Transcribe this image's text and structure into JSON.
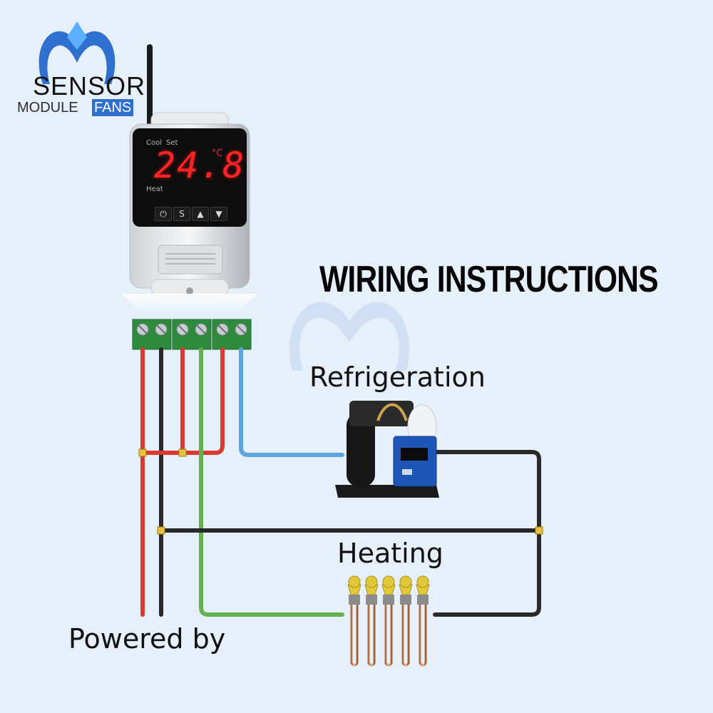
{
  "brand": {
    "line1": "SENSOR",
    "line2": "MODULE",
    "line2_highlight": "FANS",
    "accent": "#2f6fd0"
  },
  "title": "WIRING INSTRUCTIONS",
  "labels": {
    "refrigeration": "Refrigeration",
    "heating": "Heating",
    "powered": "Powered by"
  },
  "device": {
    "indicator_cool": "Cool",
    "indicator_set": "Set",
    "indicator_heat": "Heat",
    "display_value": "24.8",
    "display_unit": "°C",
    "buttons": {
      "power": "⏻",
      "set": "S",
      "up": "▲",
      "down": "▼"
    }
  },
  "wire_colors": {
    "live": "#d93b33",
    "neutral": "#2a2a2a",
    "ground": "#62b04e",
    "signal": "#5aa6dc",
    "connector": "#e8c140"
  }
}
